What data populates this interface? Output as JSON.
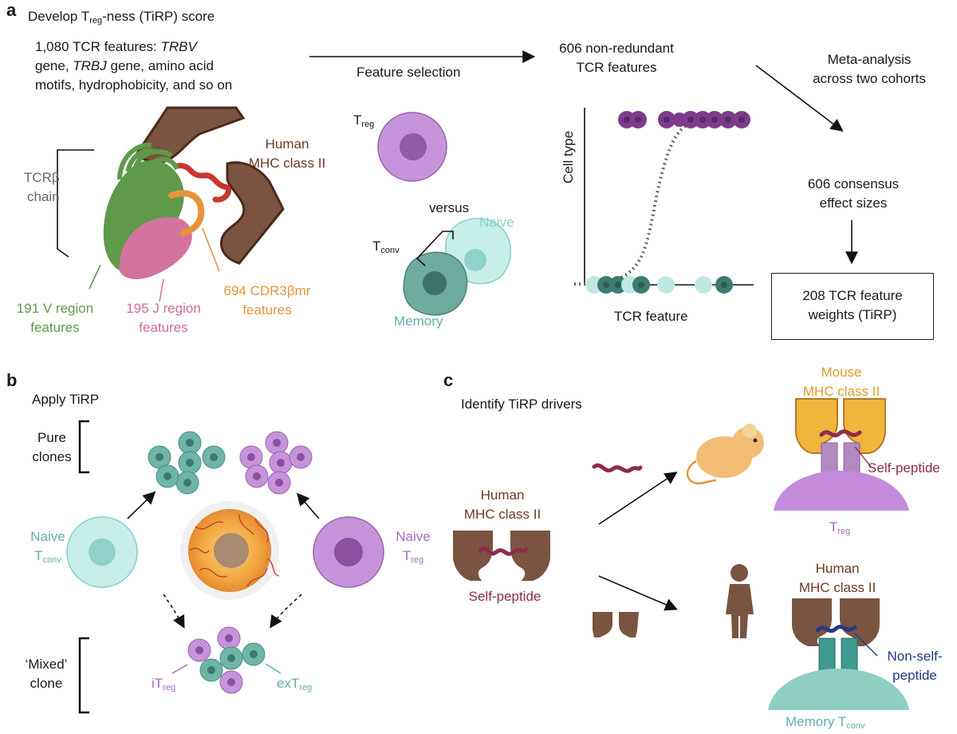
{
  "panel_a": {
    "label": "a",
    "title_pre": "Develop T",
    "title_sub": "reg",
    "title_post": "-ness (TiRP) score",
    "features_line1_pre": "1,080 TCR features: ",
    "features_line1_gene": "TRBV",
    "features_line2_gene": "TRBJ",
    "features_line2_post": " gene, amino acid",
    "features_line1b": "gene, ",
    "features_line3": "motifs, hydrophobicity, and so on",
    "feature_selection": "Feature selection",
    "nonredundant_1": "606 non-redundant",
    "nonredundant_2": "TCR features",
    "meta_1": "Meta-analysis",
    "meta_2": "across two cohorts",
    "consensus_1": "606 consensus",
    "consensus_2": "effect sizes",
    "weights_1": "208 TCR feature",
    "weights_2": "weights (TiRP)",
    "tcrb_1": "TCRβ",
    "tcrb_2": "chain",
    "human_mhc_1": "Human",
    "human_mhc_2": "MHC class II",
    "v_region_1": "191 V region",
    "v_region_2": "features",
    "j_region_1": "195 J region",
    "j_region_2": "features",
    "cdr_1": "694 CDR3βmr",
    "cdr_2": "features",
    "treg_main": "T",
    "treg_sub": "reg",
    "versus": "versus",
    "tconv_main": "T",
    "tconv_sub": "conv",
    "naive": "Naive",
    "memory": "Memory",
    "ylabel": "Cell type",
    "xlabel": "TCR feature"
  },
  "panel_b": {
    "label": "b",
    "title": "Apply TiRP",
    "pure_1": "Pure",
    "pure_2": "clones",
    "naive_tconv_1": "Naive",
    "naive_tconv_main": "T",
    "naive_tconv_sub": "conv",
    "naive_treg_1": "Naive",
    "naive_treg_main": "T",
    "naive_treg_sub": "reg",
    "mixed_1": "‘Mixed’",
    "mixed_2": "clone",
    "itreg_main": "iT",
    "itreg_sub": "reg",
    "extreg_main": "exT",
    "extreg_sub": "reg"
  },
  "panel_c": {
    "label": "c",
    "title": "Identify TiRP drivers",
    "human_mhc_1": "Human",
    "human_mhc_2": "MHC class II",
    "self_peptide": "Self-peptide",
    "mouse_mhc_1": "Mouse",
    "mouse_mhc_2": "MHC class II",
    "self_peptide_right": "Self-peptide",
    "treg_main": "T",
    "treg_sub": "reg",
    "human_mhc_r1": "Human",
    "human_mhc_r2": "MHC class II",
    "nonself_1": "Non-self-",
    "nonself_2": "peptide",
    "memory_main": "Memory T",
    "memory_sub": "conv"
  },
  "colors": {
    "brown": "#7a4a35",
    "green": "#5e9a4a",
    "pink": "#d2739e",
    "orange": "#e8923a",
    "purple": "#b37ecf",
    "teal": "#5fa59a",
    "mint": "#a9e2dc",
    "maroon": "#8e2b4e",
    "navy": "#233a82",
    "gold": "#f2b43c"
  }
}
